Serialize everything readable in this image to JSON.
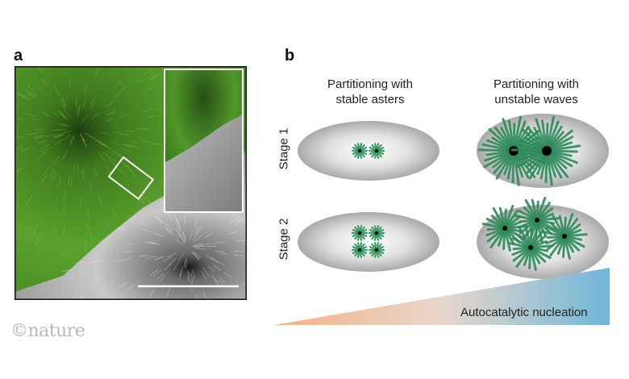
{
  "panel_a": {
    "letter": "a"
  },
  "panel_b": {
    "letter": "b",
    "col_left_title": [
      "Partitioning with",
      "stable asters"
    ],
    "col_right_title": [
      "Partitioning with",
      "unstable waves"
    ],
    "stage1_label": "Stage 1",
    "stage2_label": "Stage 2",
    "gradient_label": "Autocatalytic nucleation",
    "colors": {
      "aster_green": "#3f9a6a",
      "wave_green": "#2f8a5a",
      "gradient_start": "#f4b183",
      "gradient_end": "#6fb7d9"
    }
  },
  "logo": {
    "text": "©nature"
  }
}
